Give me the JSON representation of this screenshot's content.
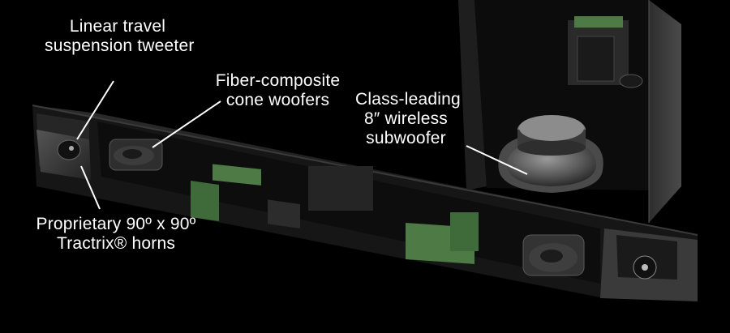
{
  "image": {
    "background": "#000000",
    "accent_colors": {
      "enclosure": "#1c1c1c",
      "pcb": "#3f6b3a",
      "driver": "#2a2a2a",
      "metal": "#8a8a8a"
    }
  },
  "callouts": {
    "tweeter": {
      "lines": [
        "Linear travel",
        "suspension tweeter"
      ]
    },
    "woofers": {
      "lines": [
        "Fiber-composite",
        "cone woofers"
      ]
    },
    "subwoofer": {
      "lines": [
        "Class-leading",
        "8″ wireless",
        "subwoofer"
      ]
    },
    "horns": {
      "lines": [
        "Proprietary 90º x 90º",
        "Tractrix® horns"
      ]
    }
  }
}
